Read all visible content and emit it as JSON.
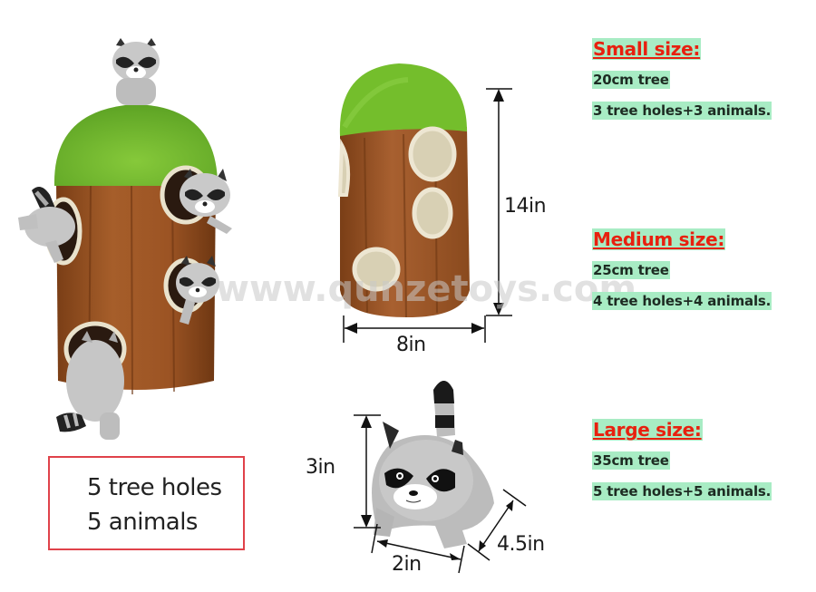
{
  "sizes": [
    {
      "title": "Small size:",
      "tree": "20cm tree",
      "contents": "3 tree holes+3 animals."
    },
    {
      "title": "Medium size:",
      "tree": "25cm tree",
      "contents": "4 tree holes+4 animals."
    },
    {
      "title": "Large size:",
      "tree": "35cm tree",
      "contents": "5 tree holes+5 animals."
    }
  ],
  "info_box": {
    "line1": "5 tree holes",
    "line2": "5 animals"
  },
  "tree_dimensions": {
    "height": "14in",
    "width": "8in"
  },
  "raccoon_dimensions": {
    "height": "3in",
    "width": "2in",
    "length": "4.5in"
  },
  "watermark": "www.qunzetoys.com",
  "colors": {
    "title_red": "#e8200f",
    "highlight_green": "#a8ecc4",
    "box_border": "#e0424a",
    "foliage": "#7cc430",
    "trunk": "#9a5524"
  }
}
